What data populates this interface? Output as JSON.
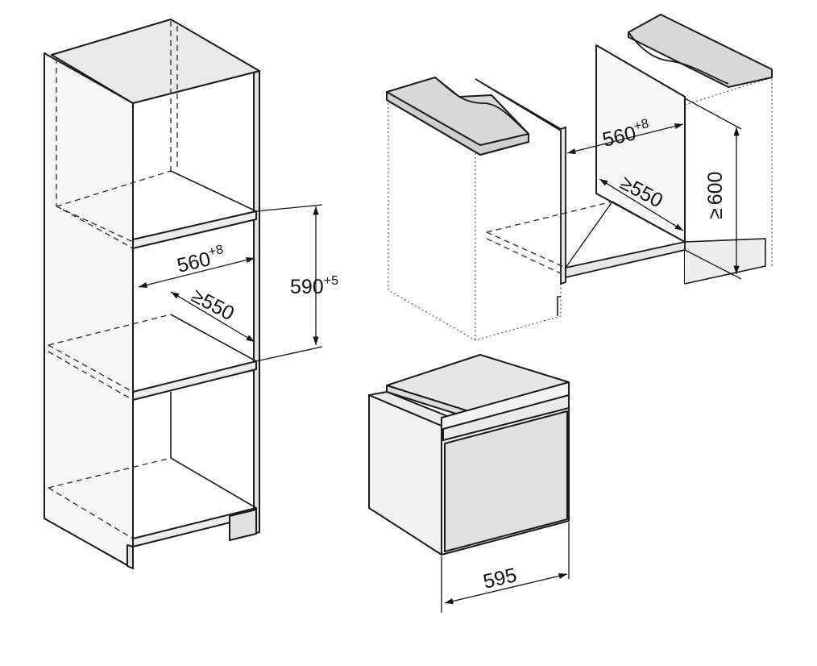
{
  "diagram": {
    "tall_cabinet": {
      "width_value": "560",
      "width_tolerance": "+8",
      "depth_symbol": "≥",
      "depth_value": "550",
      "height_value": "590",
      "height_tolerance": "+5"
    },
    "base_cabinet": {
      "width_value": "560",
      "width_tolerance": "+8",
      "depth_symbol": "≥",
      "depth_value": "550",
      "height_symbol": "≥",
      "height_value": "600"
    },
    "appliance": {
      "width_value": "595"
    }
  },
  "colors": {
    "panel_fill": "#f6f6f6",
    "front_fill": "#e1e1e1",
    "top_fill": "#d8d8d8",
    "stroke": "#1a1a1a"
  }
}
